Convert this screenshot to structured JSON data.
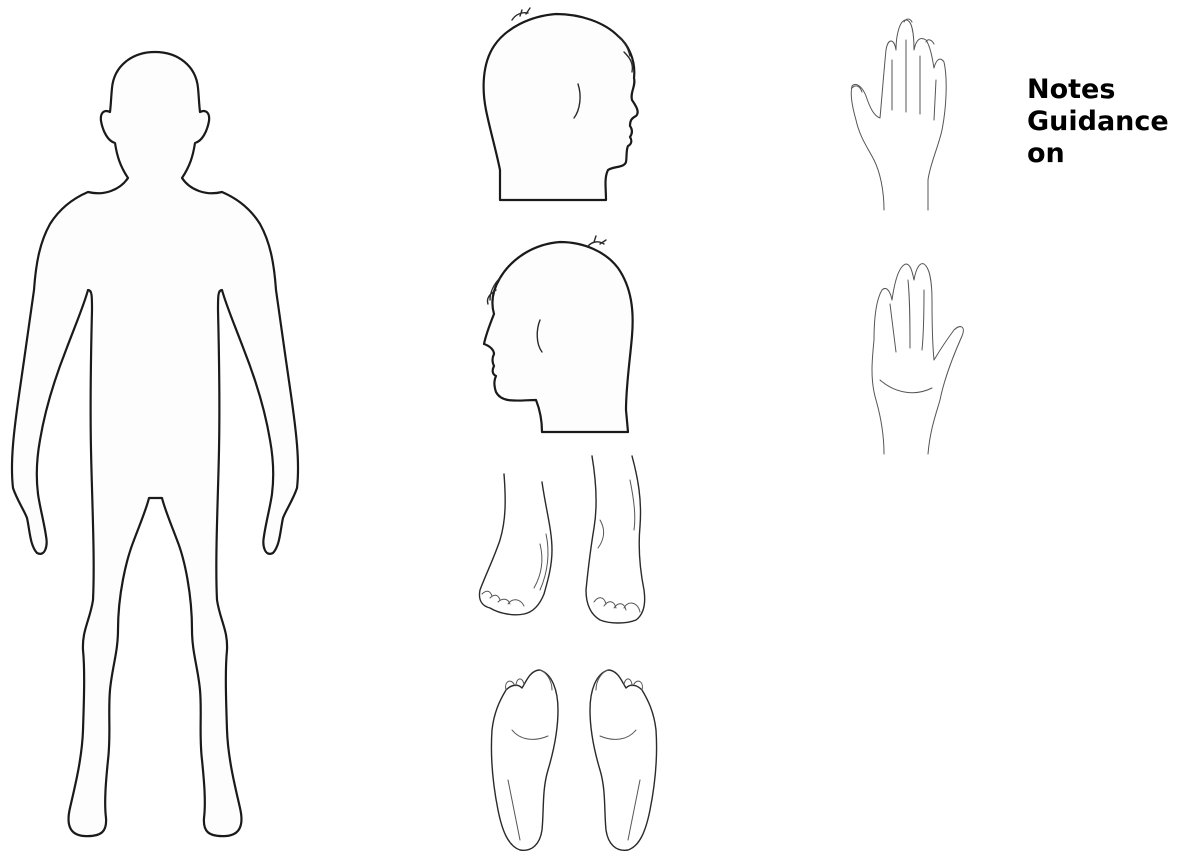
{
  "notes": {
    "lines": [
      "Notes",
      "Guidance",
      "on"
    ]
  },
  "figures": [
    {
      "name": "full body outline front view"
    },
    {
      "name": "head right-facing profile"
    },
    {
      "name": "head left-facing profile"
    },
    {
      "name": "feet side view"
    },
    {
      "name": "feet soles view"
    },
    {
      "name": "hand back view"
    },
    {
      "name": "hand palm view"
    }
  ]
}
